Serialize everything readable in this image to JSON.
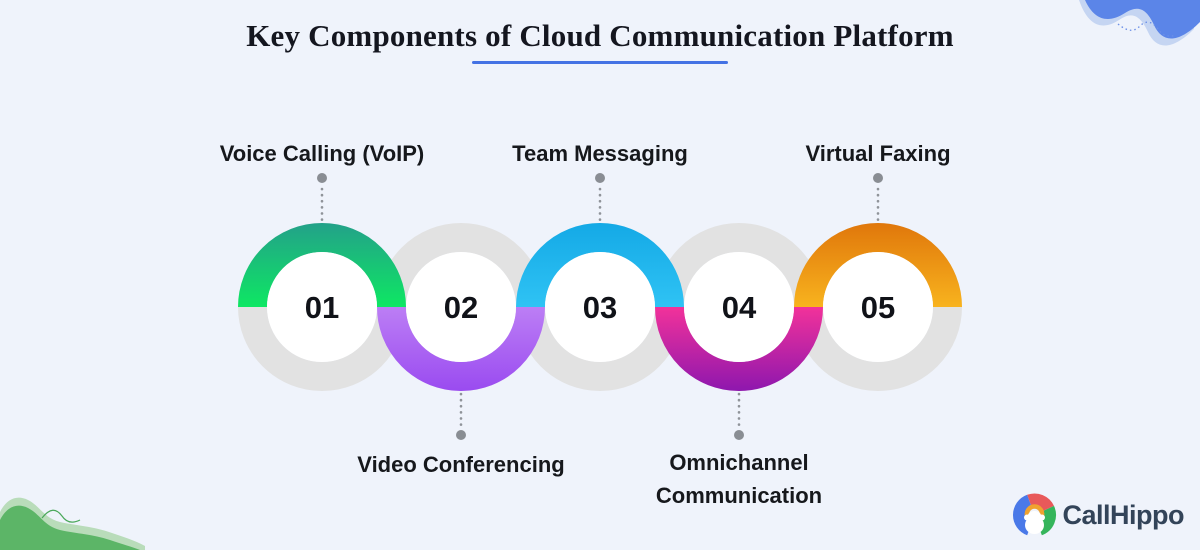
{
  "title": {
    "text": "Key Components of Cloud Communication Platform"
  },
  "theme": {
    "background": "#eff3fb",
    "ring_gray": "#e2e2e2",
    "title_underline": "#4472e4",
    "connector_gray": "#8f9399",
    "label_text": "#16181c",
    "corner_blue": "#5b85e8",
    "corner_blue_light": "#c5d5f2",
    "corner_green": "#5cb567",
    "corner_green_light": "#b9dcba"
  },
  "components": [
    {
      "number": "01",
      "label": "Voice Calling (VoIP)",
      "position": "top",
      "color_start": "#23a189",
      "color_end": "#0ee763"
    },
    {
      "number": "02",
      "label": "Video Conferencing",
      "position": "bottom",
      "color_start": "#bc7ef5",
      "color_end": "#9a4bf0"
    },
    {
      "number": "03",
      "label": "Team Messaging",
      "position": "top",
      "color_start": "#14a9e6",
      "color_end": "#2fc3f4"
    },
    {
      "number": "04",
      "label": "Omnichannel\nCommunication",
      "position": "bottom",
      "color_start": "#f2329a",
      "color_end": "#8e17ae"
    },
    {
      "number": "05",
      "label": "Virtual Faxing",
      "position": "top",
      "color_start": "#e0770b",
      "color_end": "#f8b31e"
    }
  ],
  "logo": {
    "text": "CallHippo",
    "colors": {
      "blue": "#4a79e8",
      "red": "#e8595a",
      "green": "#35b55b",
      "yellow": "#f0a22e",
      "text": "#334459"
    }
  }
}
